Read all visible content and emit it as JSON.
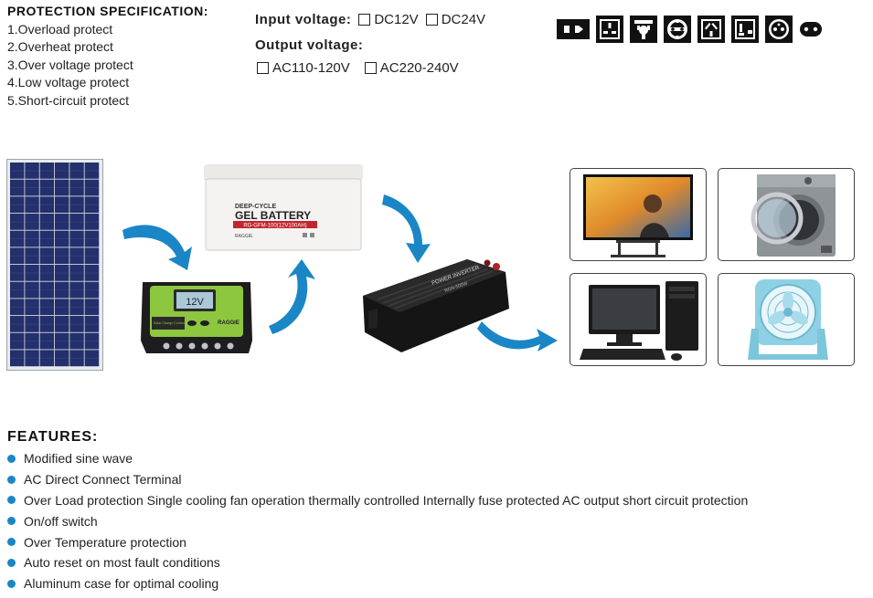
{
  "protection": {
    "title": "PROTECTION SPECIFICATION:",
    "items": [
      "1.Overload protect",
      "2.Overheat protect",
      "3.Over voltage protect",
      "4.Low voltage protect",
      "5.Short-circuit protect"
    ]
  },
  "voltage": {
    "input_label": "Input voltage:",
    "input_options": [
      "DC12V",
      "DC24V"
    ],
    "output_label": "Output voltage:",
    "output_options": [
      "AC110-120V",
      "AC220-240V"
    ]
  },
  "socket_icons": [
    "us-socket-icon",
    "uk-socket-icon",
    "universal-socket-icon",
    "eu-socket-icon",
    "au-socket-icon",
    "japan-socket-icon",
    "german-socket-icon",
    "euro-plug-icon"
  ],
  "battery": {
    "line1": "DEEP-CYCLE",
    "line2": "GEL BATTERY",
    "line3": "RG-GFM-100(12V100AH)",
    "brand": "RAGGIE"
  },
  "controller": {
    "display": "12V",
    "label": "Solar Charge Controller",
    "brand": "RAGGIE"
  },
  "inverter": {
    "label": "POWER INVERTER",
    "model": "RGN-500W"
  },
  "colors": {
    "arrow": "#1b86c6",
    "controller_green": "#8dc63f",
    "battery_red": "#c0272d"
  },
  "features": {
    "title": "FEATURES:",
    "items": [
      "Modified sine wave",
      "AC Direct Connect Terminal",
      "Over Load protection Single cooling fan operation thermally controlled Internally fuse protected AC output short circuit protection",
      "On/off switch",
      "Over Temperature protection",
      "Auto reset on most fault conditions",
      "Aluminum case for optimal cooling"
    ]
  }
}
